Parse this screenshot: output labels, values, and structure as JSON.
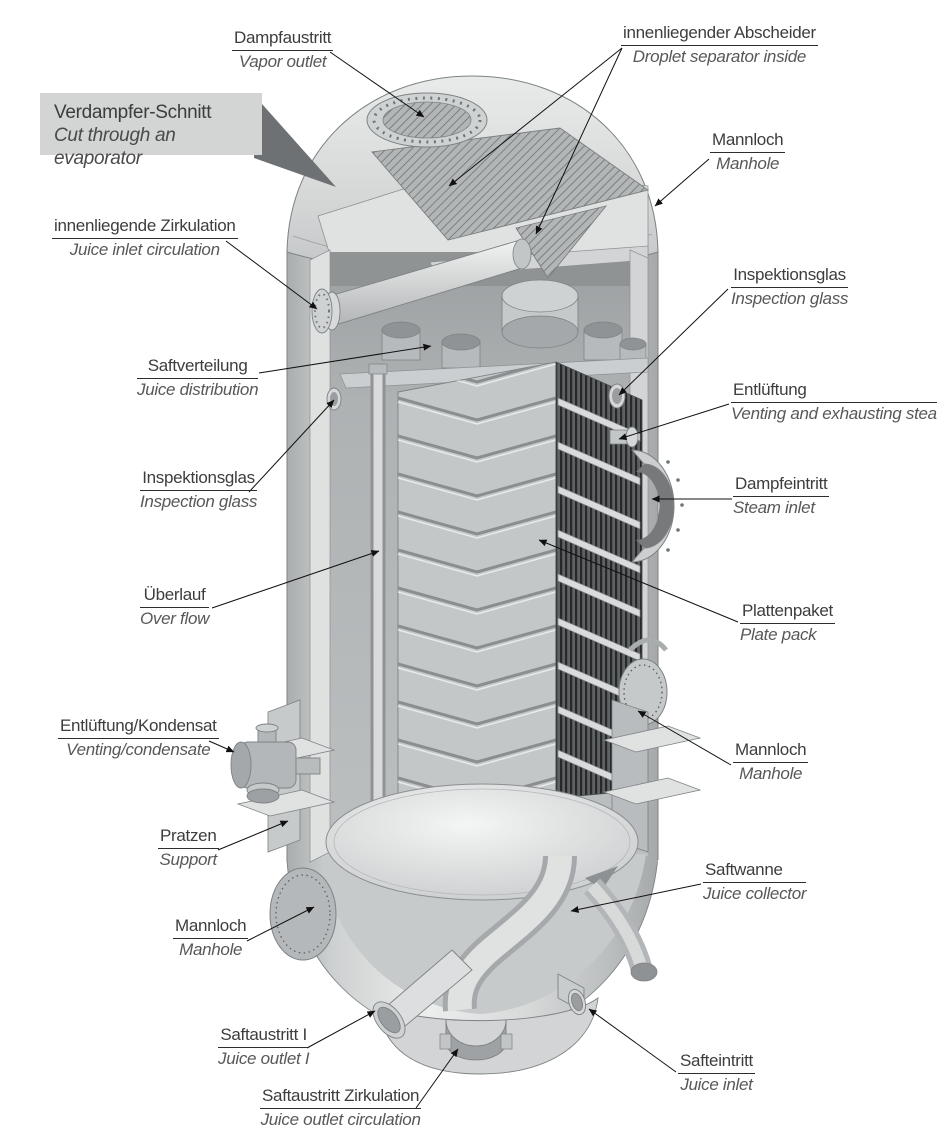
{
  "title": {
    "de": "Verdampfer-Schnitt",
    "en": "Cut through an evaporator"
  },
  "callouts": [
    {
      "id": "dampfaustritt",
      "de": "Dampfaustritt",
      "en": "Vapor outlet"
    },
    {
      "id": "abscheider",
      "de": "innenliegender Abscheider",
      "en": "Droplet separator inside"
    },
    {
      "id": "mannloch-top",
      "de": "Mannloch",
      "en": "Manhole"
    },
    {
      "id": "zirkulation",
      "de": "innenliegende Zirkulation",
      "en": "Juice inlet circulation"
    },
    {
      "id": "inspektionsglas-right",
      "de": "Inspektionsglas",
      "en": "Inspection glass"
    },
    {
      "id": "saftverteilung",
      "de": "Saftverteilung",
      "en": "Juice distribution"
    },
    {
      "id": "entlueftung",
      "de": "Entlüftung",
      "en": "Venting and exhausting stea"
    },
    {
      "id": "inspektionsglas-left",
      "de": "Inspektionsglas",
      "en": "Inspection glass"
    },
    {
      "id": "dampfeintritt",
      "de": "Dampfeintritt",
      "en": "Steam inlet"
    },
    {
      "id": "ueberlauf",
      "de": "Überlauf",
      "en": "Over flow"
    },
    {
      "id": "plattenpaket",
      "de": "Plattenpaket",
      "en": "Plate pack"
    },
    {
      "id": "entlueftung-kondensat",
      "de": "Entlüftung/Kondensat",
      "en": "Venting/condensate"
    },
    {
      "id": "mannloch-right",
      "de": "Mannloch",
      "en": "Manhole"
    },
    {
      "id": "pratzen",
      "de": "Pratzen",
      "en": "Support"
    },
    {
      "id": "saftwanne",
      "de": "Saftwanne",
      "en": "Juice collector"
    },
    {
      "id": "mannloch-left",
      "de": "Mannloch",
      "en": "Manhole"
    },
    {
      "id": "saftaustritt-1",
      "de": "Saftaustritt I",
      "en": "Juice outlet I"
    },
    {
      "id": "saftaustritt-zirkulation",
      "de": "Saftaustritt Zirkulation",
      "en": "Juice outlet circulation"
    },
    {
      "id": "safteintritt",
      "de": "Safteintritt",
      "en": "Juice inlet"
    }
  ],
  "colors": {
    "label_text": "#3d3d3d",
    "label_text_en": "#585858",
    "leader_line": "#111111",
    "title_box_bg": "#d3d4d4",
    "title_pointer": "#6e7173",
    "shell_light": "#eceded",
    "shell_dark": "#a8abac"
  }
}
